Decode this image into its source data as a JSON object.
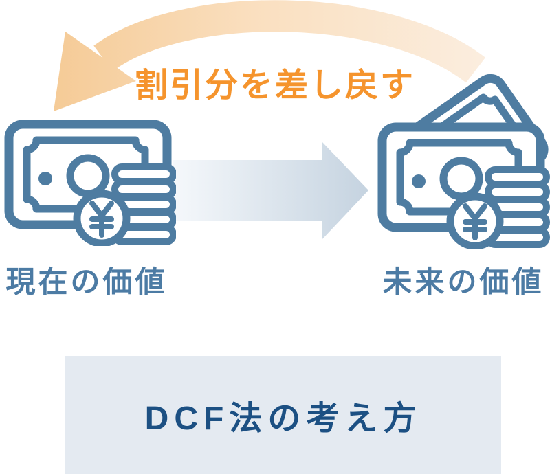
{
  "diagram": {
    "return_arrow_label": "割引分を差し戻す",
    "present_value_label": "現在の価値",
    "future_value_label": "未来の価値",
    "caption": "DCF法の考え方"
  },
  "icons": {
    "present_money": "banknote-with-yen-coin-icon",
    "future_money": "banknote-stack-with-yen-coin-icon",
    "return_arc": "curved-arrow-left-icon",
    "flow": "gradient-arrow-right-icon"
  },
  "colors": {
    "icon_stroke": "#4E7CA1",
    "value_label_text": "#4C7BA4",
    "caption_text": "#1C5083",
    "caption_background": "#E4EAF1",
    "highlight_orange": "#F5942D",
    "arc_gradient_start": "#F5CB97",
    "arc_gradient_mid": "#FADFBF",
    "arc_gradient_end": "#FBEEE0",
    "flow_gradient_start": "#F5F8FB",
    "flow_gradient_end": "#C5D3E0"
  }
}
